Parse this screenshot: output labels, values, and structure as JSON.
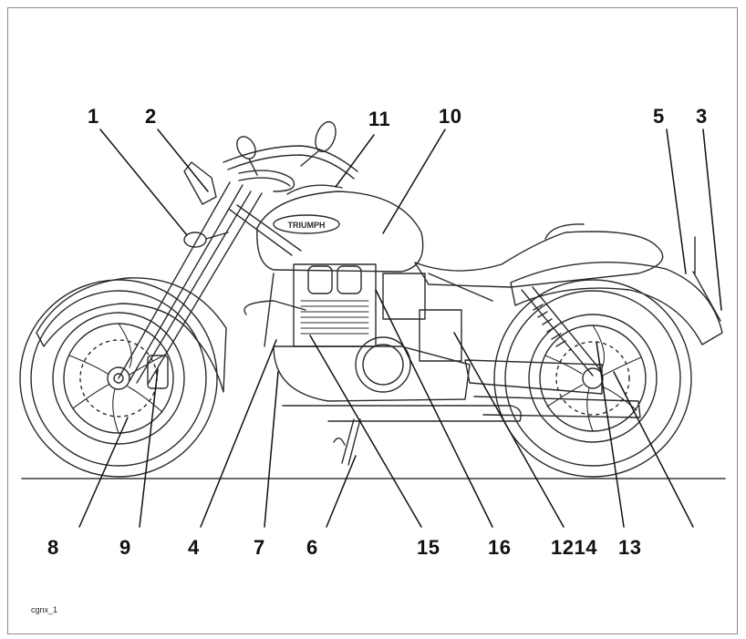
{
  "figure": {
    "figure_id": "cgnx_1",
    "tank_badge": "TRIUMPH"
  },
  "callouts": [
    {
      "id": "c1",
      "text": "1"
    },
    {
      "id": "c2",
      "text": "2"
    },
    {
      "id": "c11",
      "text": "11"
    },
    {
      "id": "c10",
      "text": "10"
    },
    {
      "id": "c5",
      "text": "5"
    },
    {
      "id": "c3",
      "text": "3"
    },
    {
      "id": "c8",
      "text": "8"
    },
    {
      "id": "c9",
      "text": "9"
    },
    {
      "id": "c4",
      "text": "4"
    },
    {
      "id": "c7",
      "text": "7"
    },
    {
      "id": "c6",
      "text": "6"
    },
    {
      "id": "c15",
      "text": "15"
    },
    {
      "id": "c16",
      "text": "16"
    },
    {
      "id": "c1214",
      "text": "1214"
    },
    {
      "id": "c13",
      "text": "13"
    }
  ],
  "colors": {
    "line": "#2a2a2a",
    "ground": "#3a3a3a",
    "frame": "#8a8a8a"
  }
}
